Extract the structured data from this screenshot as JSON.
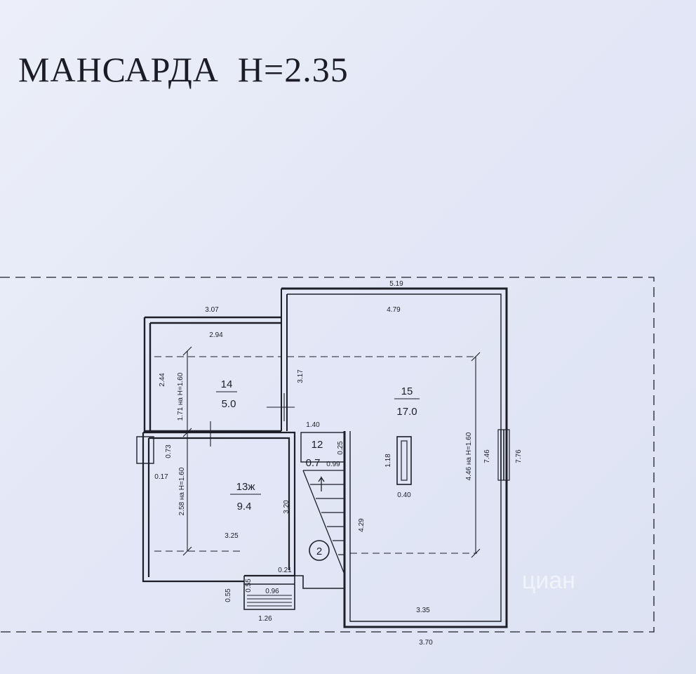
{
  "title": "МАНСАРДА  Н=2.35",
  "watermark": "циан",
  "rooms": [
    {
      "number": "14",
      "area": "5.0"
    },
    {
      "number": "15",
      "area": "17.0"
    },
    {
      "number": "13ж",
      "area": "9.4"
    },
    {
      "number": "12",
      "area": "0.7"
    }
  ],
  "stair_mark": "2",
  "dimensions": {
    "overall_top": "5.19",
    "top_left_outer": "3.07",
    "top_left_inner": "2.94",
    "room15_top": "4.79",
    "left_244": "2.44",
    "left_171": "1.71 на Н=1.60",
    "wall_317": "3.17",
    "d_140": "1.40",
    "d_025": "0.25",
    "d_099": "0.99",
    "d_118": "1.18",
    "d_040": "0.40",
    "d_446": "4.46 на Н=1.60",
    "d_746": "7.46",
    "d_776": "7.76",
    "d_073": "0.73",
    "d_017": "0.17",
    "d_258": "2.58 на Н=1.60",
    "d_320": "3.20",
    "d_325": "3.25",
    "d_429": "4.29",
    "d_021": "0.21",
    "d_055a": "0.55",
    "d_055b": "0.55",
    "d_096": "0.96",
    "d_126": "1.26",
    "d_335": "3.35",
    "d_370": "3.70"
  },
  "colors": {
    "background": "#e4e8f6",
    "ink": "#1e1e28"
  }
}
